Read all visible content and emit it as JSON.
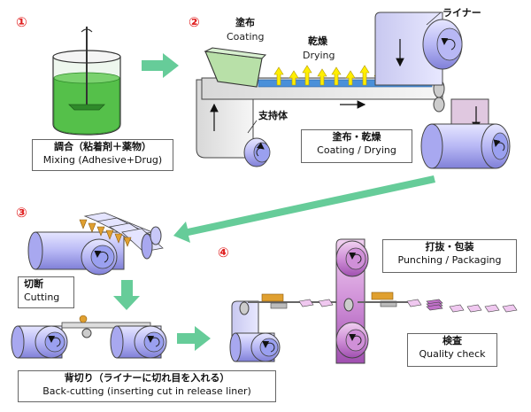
{
  "steps": {
    "step1": {
      "number": "①",
      "label_jp": "調合（粘着剤＋薬物）",
      "label_en": "Mixing (Adhesive+Drug)"
    },
    "step2": {
      "number": "②",
      "coating_jp": "塗布",
      "coating_en": "Coating",
      "drying_jp": "乾燥",
      "drying_en": "Drying",
      "liner_jp": "ライナー",
      "support_jp": "支持体",
      "box_jp": "塗布・乾燥",
      "box_en": "Coating / Drying"
    },
    "step3": {
      "number": "③",
      "cut_jp": "切断",
      "cut_en": "Cutting",
      "back_jp": "背切り（ライナーに切れ目を入れる）",
      "back_en": "Back-cutting (inserting cut in release liner)"
    },
    "step4": {
      "number": "④",
      "punch_jp": "打抜・包装",
      "punch_en": "Punching / Packaging",
      "qc_jp": "検査",
      "qc_en": "Quality check"
    }
  },
  "colors": {
    "step_number": "#e02020",
    "arrow": "#66cc99",
    "roll_blue": "#8c8ff0",
    "roll_purple": "#c070c8",
    "liquid": "#55c04a",
    "coating_layer": "#4a90d9",
    "vapor": "#ffee00"
  }
}
